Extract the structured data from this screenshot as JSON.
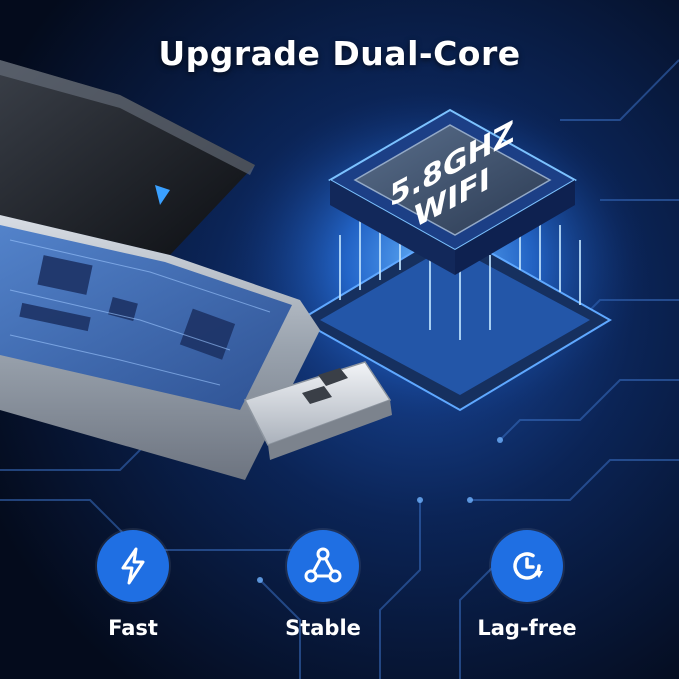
{
  "headline": "Upgrade Dual-Core",
  "chip": {
    "line1": "5.8GHZ",
    "line2": "WIFI"
  },
  "features": [
    {
      "label": "Fast",
      "icon": "lightning-bolt-icon"
    },
    {
      "label": "Stable",
      "icon": "triangle-network-icon"
    },
    {
      "label": "Lag-free",
      "icon": "clock-refresh-icon"
    }
  ],
  "colors": {
    "accent": "#1f6fe3",
    "background": "#06122a",
    "glow": "#3aa0ff"
  }
}
